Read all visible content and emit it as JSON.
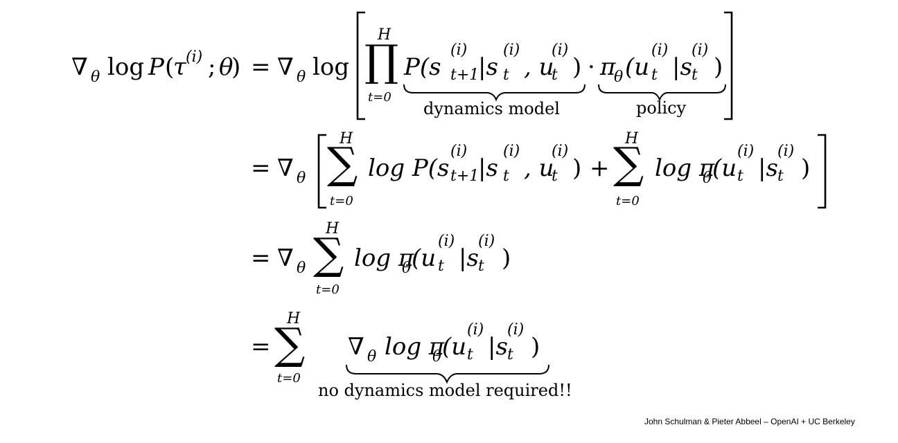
{
  "lhs": {
    "grad": "∇",
    "theta_sub": "θ",
    "log": "log",
    "P": "P",
    "open_paren": "(",
    "tau": "τ",
    "i_sup": "(i)",
    "semicolon": ";",
    "theta": "θ",
    "close_paren": ")",
    "equals": "="
  },
  "line1": {
    "grad": "∇",
    "theta_sub": "θ",
    "log": "log",
    "prod": "∏",
    "upper": "H",
    "lower": "t=0",
    "term1": "P(s",
    "term1_sup": "(i)",
    "term1_sub": "t+1",
    "term1_rest": "|s",
    "term1_sup2": "(i)",
    "term1_sub2": "t",
    "comma": ", u",
    "term1_sup3": "(i)",
    "term1_sub3": "t",
    "term1_close": ")",
    "dot": "·",
    "pi": "π",
    "pi_sub": "θ",
    "term2_open": "(u",
    "term2_sup": "(i)",
    "term2_sub": "t",
    "term2_mid": "|s",
    "term2_sup2": "(i)",
    "term2_sub2": "t",
    "term2_close": ")",
    "under1": "dynamics model",
    "under2": "policy"
  },
  "line2": {
    "equals": "=",
    "grad": "∇",
    "theta_sub": "θ",
    "sum1": "∑",
    "upper1": "H",
    "lower1": "t=0",
    "log1": "log P(s",
    "sup1": "(i)",
    "sub1": "t+1",
    "mid1": "|s",
    "sup2": "(i)",
    "sub2": "t",
    "mid2": ", u",
    "sup3": "(i)",
    "sub3": "t",
    "close1": ")",
    "plus": "+",
    "sum2": "∑",
    "upper2": "H",
    "lower2": "t=0",
    "log2": "log π",
    "pi_sub": "θ",
    "open2": "(u",
    "sup4": "(i)",
    "sub4": "t",
    "mid3": "|s",
    "sup5": "(i)",
    "sub5": "t",
    "close2": ")"
  },
  "line3": {
    "equals": "=",
    "grad": "∇",
    "theta_sub": "θ",
    "sum": "∑",
    "upper": "H",
    "lower": "t=0",
    "log": "log π",
    "pi_sub": "θ",
    "open": "(u",
    "sup1": "(i)",
    "sub1": "t",
    "mid": "|s",
    "sup2": "(i)",
    "sub2": "t",
    "close": ")"
  },
  "line4": {
    "equals": "=",
    "sum": "∑",
    "upper": "H",
    "lower": "t=0",
    "grad": "∇",
    "theta_sub": "θ",
    "log": "log π",
    "pi_sub": "θ",
    "open": "(u",
    "sup1": "(i)",
    "sub1": "t",
    "mid": "|s",
    "sup2": "(i)",
    "sub2": "t",
    "close": ")",
    "under": "no dynamics model required!!"
  },
  "footer": {
    "credit": "John Schulman & Pieter Abbeel – OpenAI + UC Berkeley"
  }
}
